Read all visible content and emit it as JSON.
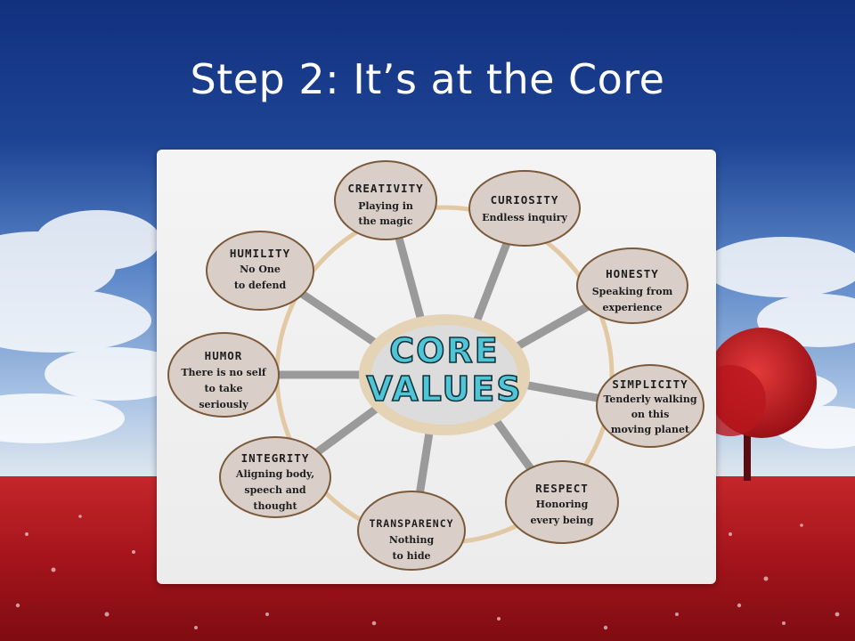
{
  "slide": {
    "title": "Step 2:  It’s at the Core"
  },
  "diagram": {
    "center": {
      "line1": "CORE",
      "line2": "VALUES"
    },
    "nodes": [
      {
        "title": "CREATIVITY",
        "lines": [
          "Playing in",
          "the magic"
        ]
      },
      {
        "title": "CURIOSITY",
        "lines": [
          "Endless inquiry"
        ]
      },
      {
        "title": "HONESTY",
        "lines": [
          "Speaking from",
          "experience"
        ]
      },
      {
        "title": "SIMPLICITY",
        "lines": [
          "Tenderly walking",
          "on this",
          "moving planet"
        ]
      },
      {
        "title": "RESPECT",
        "lines": [
          "Honoring",
          "every being"
        ]
      },
      {
        "title": "TRANSPARENCY",
        "lines": [
          "Nothing",
          "to hide"
        ]
      },
      {
        "title": "INTEGRITY",
        "lines": [
          "Aligning body,",
          "speech and",
          "thought"
        ]
      },
      {
        "title": "HUMOR",
        "lines": [
          "There is no self",
          "to take",
          "seriously"
        ]
      },
      {
        "title": "HUMILITY",
        "lines": [
          "No One",
          "to defend"
        ]
      }
    ]
  },
  "colors": {
    "sky_top": "#1a3a8a",
    "sky_mid": "#5a86c8",
    "field_red": "#b3151c",
    "node_fill": "#d9cfc8",
    "node_ring": "#7a5a3a",
    "wheel_ring": "#e2c9a4",
    "core_text": "#4fc6d8"
  }
}
